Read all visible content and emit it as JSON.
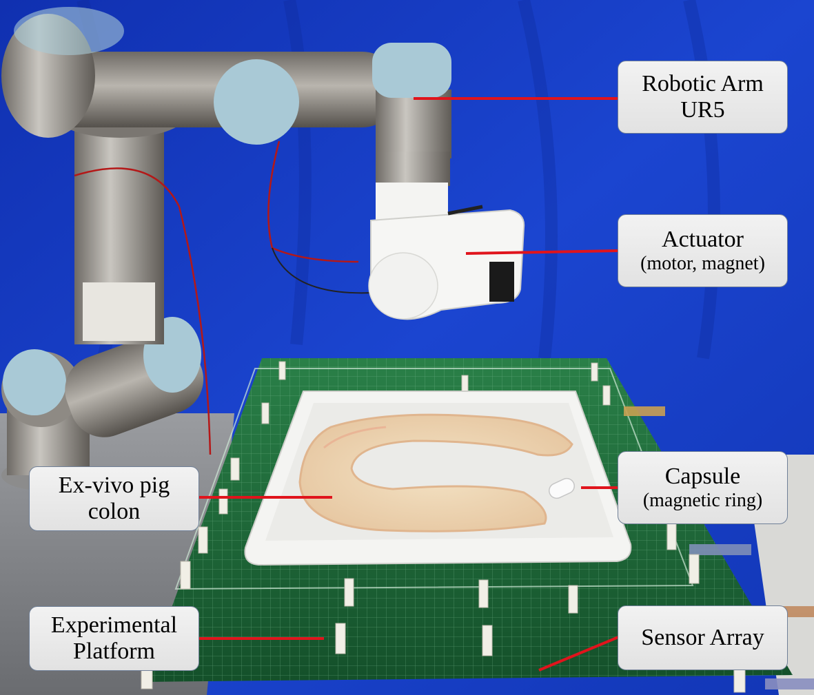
{
  "labels": {
    "robotic_arm": {
      "line1": "Robotic Arm",
      "line2": "UR5"
    },
    "actuator": {
      "line1": "Actuator",
      "line2": "(motor, magnet)"
    },
    "capsule": {
      "line1": "Capsule",
      "line2": "(magnetic ring)"
    },
    "colon": {
      "line1": "Ex-vivo pig",
      "line2": "colon"
    },
    "platform": {
      "line1": "Experimental",
      "line2": "Platform"
    },
    "sensor_array": {
      "line1": "Sensor Array"
    }
  },
  "colors": {
    "backdrop": "#1a3fc4",
    "leader_line": "#e0141c",
    "pcb_green": "#1f6b3a",
    "tray_white": "#f4f4f2",
    "colon_tissue": "#efd8b8",
    "arm_gray": "#8e8a84",
    "arm_cap": "#a9c9d6"
  }
}
